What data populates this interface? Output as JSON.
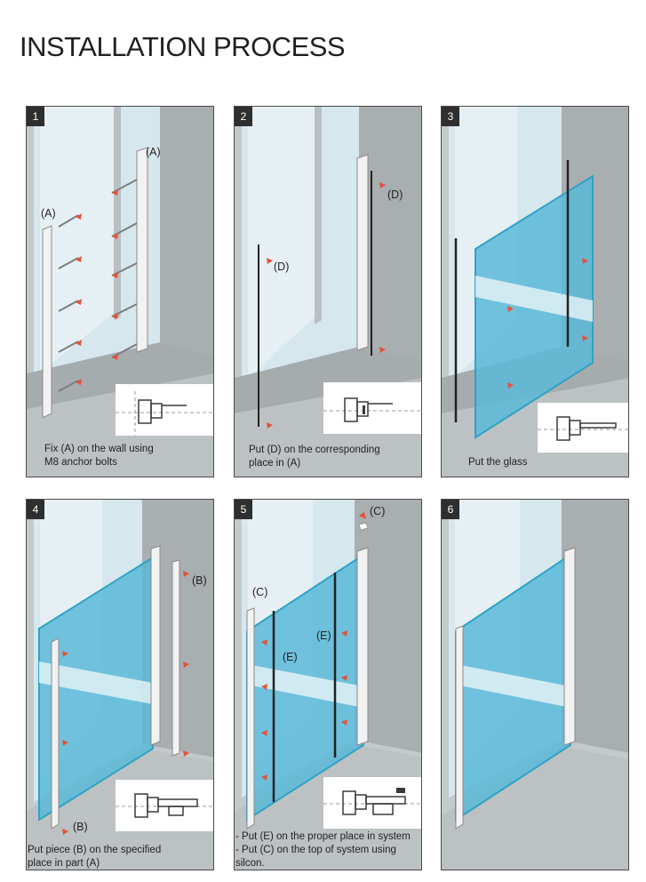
{
  "title": "INSTALLATION PROCESS",
  "steps": [
    {
      "number": "1",
      "caption_lines": [
        "Fix (A) on the wall using",
        "M8 anchor bolts"
      ],
      "callouts": [
        "(A)",
        "(A)"
      ]
    },
    {
      "number": "2",
      "caption_lines": [
        "Put (D) on the corresponding",
        "place in (A)"
      ],
      "callouts": [
        "(D)",
        "(D)"
      ]
    },
    {
      "number": "3",
      "caption_lines": [
        "Put the glass"
      ],
      "callouts": []
    },
    {
      "number": "4",
      "caption_lines": [
        "Put piece (B) on the specified",
        "place in part (A)"
      ],
      "callouts": [
        "(B)",
        "(B)"
      ]
    },
    {
      "number": "5",
      "caption_lines": [
        "- Put (E) on the proper place in system",
        "- Put (C) on the top of system using",
        "silcon."
      ],
      "callouts": [
        "(C)",
        "(C)",
        "(E)",
        "(E)"
      ]
    },
    {
      "number": "6",
      "caption_lines": [],
      "callouts": []
    }
  ],
  "colors": {
    "wall": "#c4c9cb",
    "frame": "#a9aeb0",
    "glass": "#5bb8d8",
    "glass_edge": "#2ea3c4",
    "arrow": "#e2543a",
    "profile": "#3a3a3a"
  }
}
